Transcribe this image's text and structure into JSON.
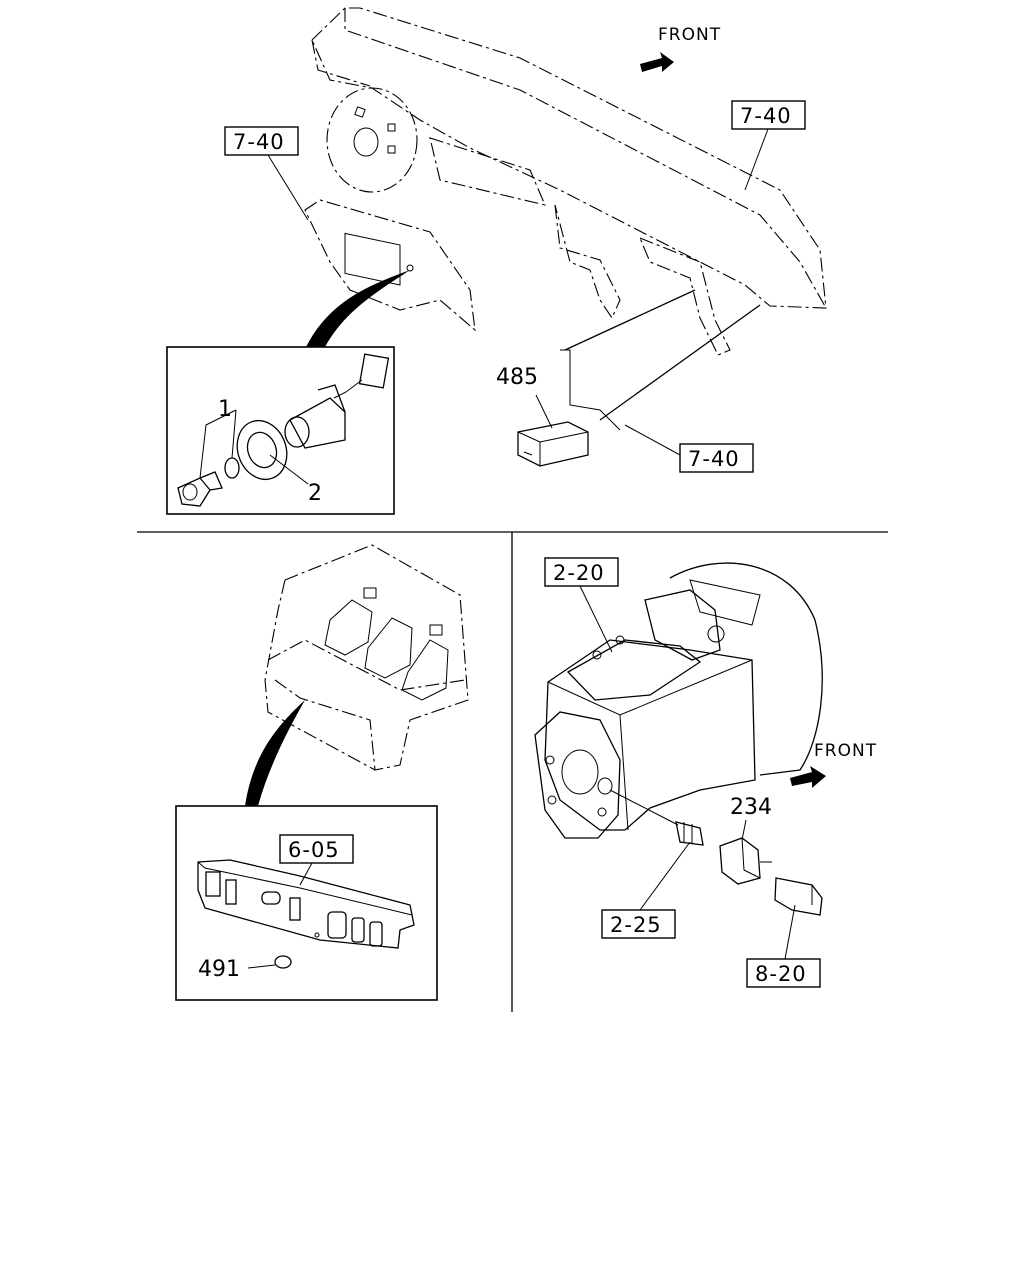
{
  "direction_labels": {
    "top": "FRONT",
    "bottom_right": "FRONT"
  },
  "reference_boxes": {
    "dash_left": "7-40",
    "dash_right": "7-40",
    "relay": "7-40",
    "transmission": "2-20",
    "cab_panel": "6-05",
    "switch_adapter": "2-25",
    "harness": "8-20"
  },
  "callouts": {
    "part_1": "1",
    "part_2": "2",
    "part_485": "485",
    "part_491": "491",
    "part_234": "234"
  },
  "colors": {
    "line": "#000000",
    "background": "#ffffff"
  }
}
